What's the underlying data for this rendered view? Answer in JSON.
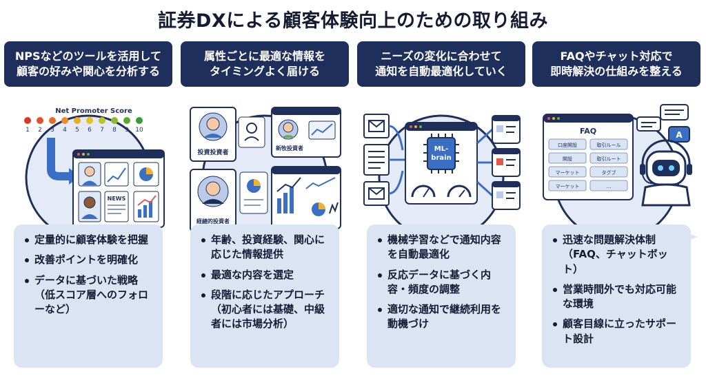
{
  "title": "証券DXによる顧客体験向上のための取り組み",
  "columns": [
    {
      "header_line1": "NPSなどのツールを活用して",
      "header_line2": "顧客の好みや関心を分析する",
      "illustration": {
        "caption": "Net Promoter Score",
        "scale": [
          "1",
          "2",
          "3",
          "4",
          "5",
          "6",
          "7",
          "8",
          "9",
          "10"
        ],
        "badge": "NEWS"
      },
      "bullets": [
        "定量的に顧客体験を把握",
        "改善ポイントを明確化",
        "データに基づいた戦略（低スコア層へのフォローなど）"
      ]
    },
    {
      "header_line1": "属性ごとに最適な情報を",
      "header_line2": "タイミングよく届ける",
      "illustration": {
        "label_a": "投資投資者",
        "label_b": "新牧投資者",
        "label_c": "経縺的投資者"
      },
      "bullets": [
        "年齢、投資経験、関心に応じた情報提供",
        "最適な内容を選定",
        "段階に応じたアプローチ（初心者には基礎、中級者には市場分析）"
      ]
    },
    {
      "header_line1": "ニーズの変化に合わせて",
      "header_line2": "通知を自動最適化していく",
      "illustration": {
        "chip_line1": "ML-",
        "chip_line2": "brain"
      },
      "bullets": [
        "機械学習などで通知内容を自動最適化",
        "反応データに基づく内容・頻度の調整",
        "適切な通知で継続利用を動機づけ"
      ]
    },
    {
      "header_line1": "FAQやチャット対応で",
      "header_line2": "即時解決の仕組みを整える",
      "illustration": {
        "faq_title": "FAQ",
        "faq_items": [
          "口座開設",
          "取引ルール",
          "開設",
          "取引ルート",
          "マーケット",
          "タグブ",
          "マーケット",
          "…"
        ],
        "bubble_letter": "A"
      },
      "bullets": [
        "迅速な問題解決体制（FAQ、チャットボット）",
        "営業時間外でも対応可能な環境",
        "顧客目線に立ったサポート設計"
      ]
    }
  ],
  "colors": {
    "header_bg": "#1e2f5c",
    "bullet_bg": "#dbe4f3",
    "circle_bg": "#e4ebf6",
    "accent_blue": "#3b6fc4"
  },
  "icons": [
    "arrow-icon",
    "chart-icon",
    "pie-icon",
    "person-icon",
    "envelope-icon",
    "document-icon",
    "gauge-icon",
    "chip-icon",
    "robot-icon",
    "chat-bubble-icon",
    "sparkle-icon"
  ]
}
